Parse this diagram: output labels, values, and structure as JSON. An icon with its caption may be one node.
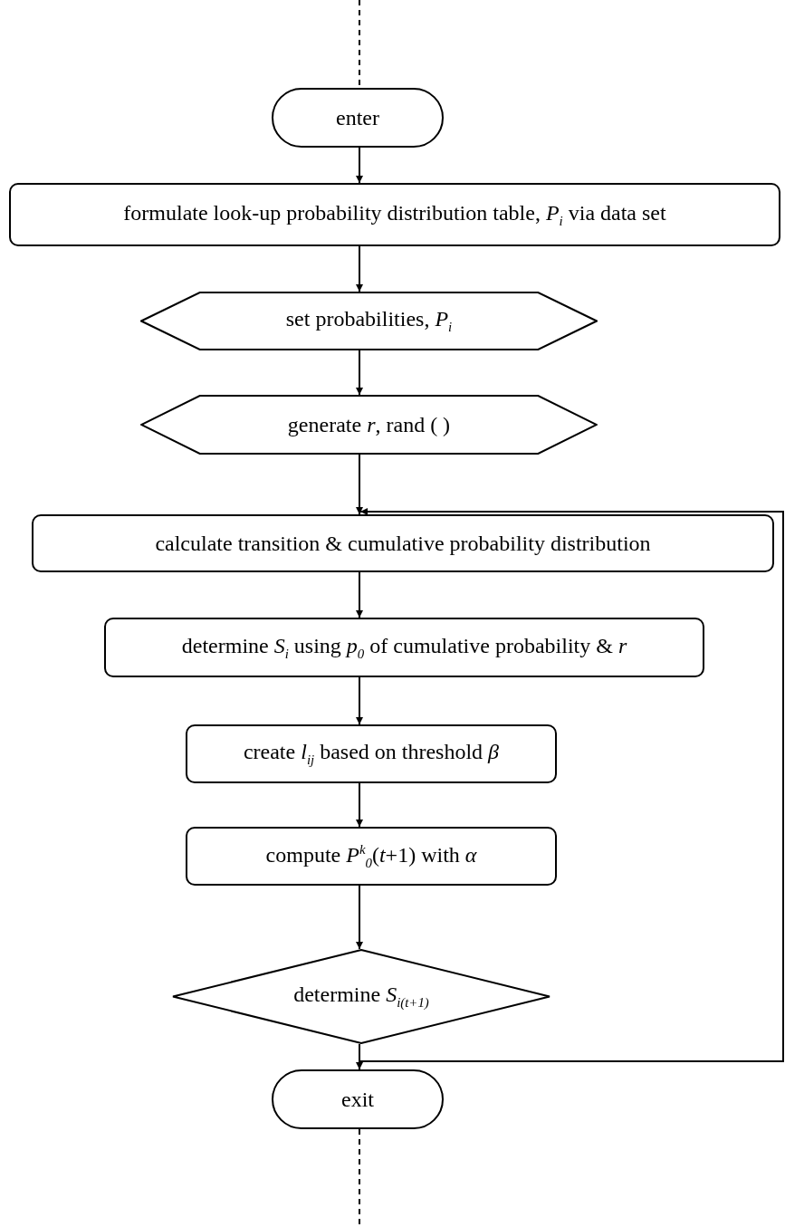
{
  "diagram": {
    "nodes": [
      {
        "text": [
          "enter"
        ]
      },
      {
        "text": [
          "formulate look-up probability distribution table, *P*$_{i}$ via data set"
        ]
      },
      {
        "text": [
          "set probabilities, *P*$_{i}$"
        ]
      },
      {
        "text": [
          "generate *r*, rand ( )"
        ]
      },
      {
        "text": [
          "calculate transition & cumulative probability distribution"
        ]
      },
      {
        "text": [
          "determine *S*$_{i}$ using *p*$_{0}$ of cumulative probability & *r*"
        ]
      },
      {
        "text": [
          "create *l*$_{ij}$ based on threshold *β*"
        ]
      },
      {
        "text": [
          "compute *P*$^{k}$$_{0}$(*t*+1) with *α*"
        ]
      },
      {
        "text": [
          "determine *S*$_{i(t+1)}$"
        ]
      },
      {
        "text": [
          "exit"
        ]
      }
    ],
    "edges": [
      {
        "from": null,
        "to": 0,
        "arrow": "none",
        "style": "dashed"
      },
      {
        "from": 0,
        "to": 1,
        "arrow": "to"
      },
      {
        "from": 1,
        "to": 2,
        "arrow": "to"
      },
      {
        "from": 2,
        "to": 3,
        "arrow": "to"
      },
      {
        "from": 3,
        "to": 4,
        "arrow": "to"
      },
      {
        "from": 4,
        "to": 5,
        "arrow": "to"
      },
      {
        "from": 5,
        "to": 6,
        "arrow": "to"
      },
      {
        "from": 6,
        "to": 7,
        "arrow": "to"
      },
      {
        "from": 7,
        "to": 8,
        "arrow": "to"
      },
      {
        "from": 8,
        "to": 9,
        "arrow": "to"
      },
      {
        "from": 8,
        "to": 4,
        "arrow": "to"
      },
      {
        "from": 9,
        "to": null,
        "arrow": "none",
        "style": "dashed"
      }
    ]
  }
}
